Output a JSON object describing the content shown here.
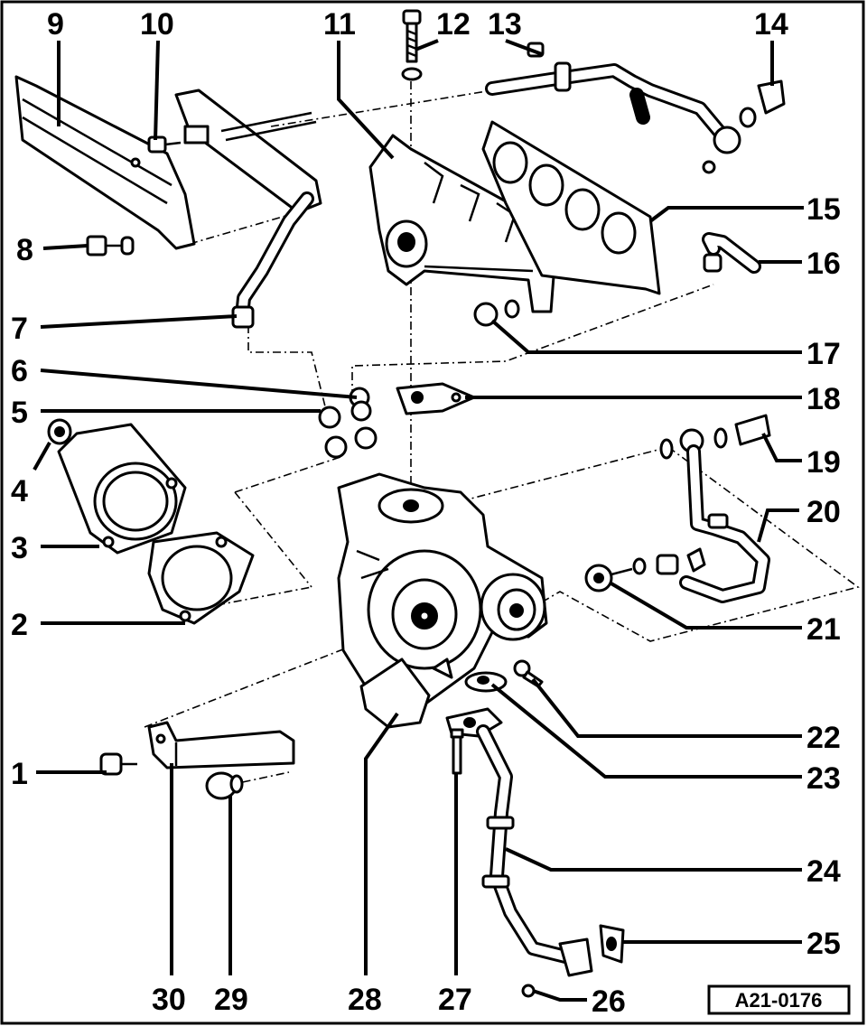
{
  "reference_code": "A21-0176",
  "callouts": [
    "1",
    "2",
    "3",
    "4",
    "5",
    "6",
    "7",
    "8",
    "9",
    "10",
    "11",
    "12",
    "13",
    "14",
    "15",
    "16",
    "17",
    "18",
    "19",
    "20",
    "21",
    "22",
    "23",
    "24",
    "25",
    "26",
    "27",
    "28",
    "29",
    "30"
  ],
  "components": [
    "heat-shield",
    "oil-supply-line",
    "exhaust-manifold",
    "manifold-gasket",
    "turbocharger",
    "coolant-line",
    "oil-return-pipe",
    "downpipe-flange",
    "flange-gasket",
    "support-bracket",
    "long-bolt",
    "banjo-bolt",
    "nut",
    "washer"
  ]
}
